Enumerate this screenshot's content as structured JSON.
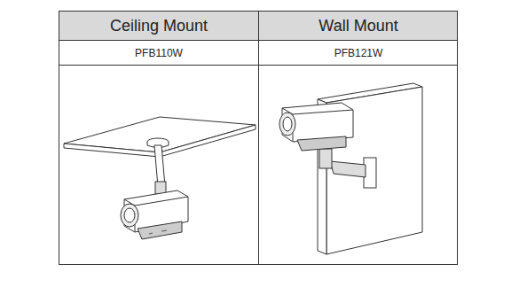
{
  "diagram": {
    "labels": [
      "Ceiling Mount",
      "Wall Mount",
      "PFB110W",
      "PFB121W"
    ]
  }
}
